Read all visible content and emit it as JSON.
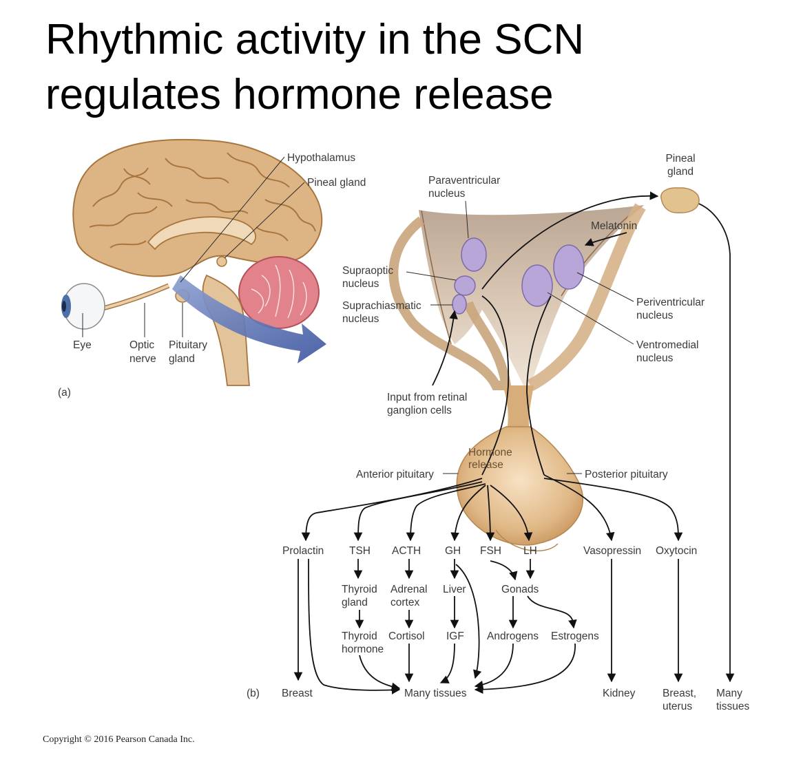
{
  "title": {
    "line1": "Rhythmic activity in the SCN",
    "line2": "regulates hormone release"
  },
  "panel_a": {
    "tag": "(a)",
    "labels": {
      "hypothalamus": "Hypothalamus",
      "pineal_gland": "Pineal gland",
      "eye": "Eye",
      "optic_nerve_1": "Optic",
      "optic_nerve_2": "nerve",
      "pituitary_1": "Pituitary",
      "pituitary_2": "gland"
    }
  },
  "panel_b": {
    "tag": "(b)",
    "labels": {
      "pineal_1": "Pineal",
      "pineal_2": "gland",
      "paraventricular_1": "Paraventricular",
      "paraventricular_2": "nucleus",
      "melatonin": "Melatonin",
      "supraoptic_1": "Supraoptic",
      "supraoptic_2": "nucleus",
      "suprachiasmatic_1": "Suprachiasmatic",
      "suprachiasmatic_2": "nucleus",
      "periventricular_1": "Periventricular",
      "periventricular_2": "nucleus",
      "ventromedial_1": "Ventromedial",
      "ventromedial_2": "nucleus",
      "input_1": "Input from retinal",
      "input_2": "ganglion cells",
      "hormone_release_1": "Hormone",
      "hormone_release_2": "release",
      "anterior_pituitary": "Anterior pituitary",
      "posterior_pituitary": "Posterior pituitary"
    },
    "hormones": {
      "prolactin": "Prolactin",
      "tsh": "TSH",
      "acth": "ACTH",
      "gh": "GH",
      "fsh": "FSH",
      "lh": "LH",
      "vasopressin": "Vasopressin",
      "oxytocin": "Oxytocin"
    },
    "intermediates": {
      "thyroid_gland_1": "Thyroid",
      "thyroid_gland_2": "gland",
      "adrenal_1": "Adrenal",
      "adrenal_2": "cortex",
      "liver": "Liver",
      "gonads": "Gonads",
      "thyroid_hormone_1": "Thyroid",
      "thyroid_hormone_2": "hormone",
      "cortisol": "Cortisol",
      "igf": "IGF",
      "androgens": "Androgens",
      "estrogens": "Estrogens"
    },
    "targets": {
      "breast": "Breast",
      "many_tissues": "Many tissues",
      "kidney": "Kidney",
      "breast_uterus_1": "Breast,",
      "breast_uterus_2": "uterus",
      "many_tissues_2a": "Many",
      "many_tissues_2b": "tissues"
    }
  },
  "copyright": "Copyright © 2016 Pearson Canada Inc.",
  "colors": {
    "brain": "#ddb585",
    "brain_fold": "#a8753d",
    "cerebellum": "#e2828b",
    "nucleus": "#b7a6d7",
    "hypothalamus_shade": "#cfb9a3",
    "pituitary": "#e2bd8c",
    "arrow_blue": "#4b63a8"
  }
}
